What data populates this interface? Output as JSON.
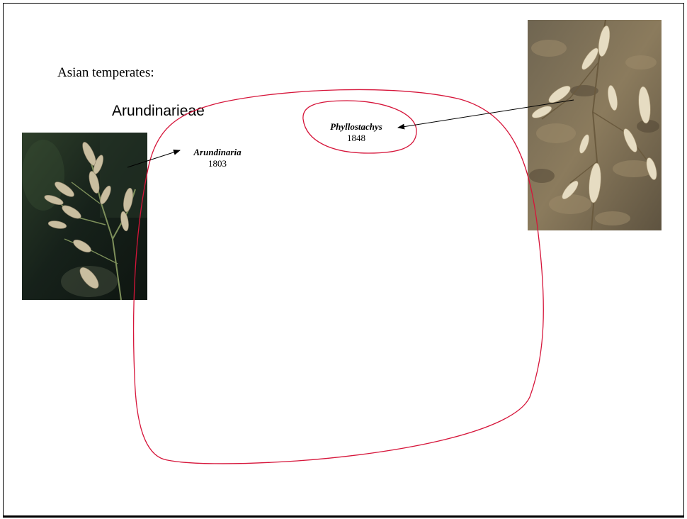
{
  "slide": {
    "heading": "Asian temperates:",
    "tribe": "Arundinarieae",
    "genera": [
      {
        "name": "Arundinaria",
        "year": "1803"
      },
      {
        "name": "Phyllostachys",
        "year": "1848"
      }
    ]
  },
  "colors": {
    "outline": "#d6153a",
    "arrow": "#000000",
    "left_photo_bg": "#1c2a1a",
    "right_photo_bg": "#8a7a5c"
  },
  "images": {
    "left": "grass-panicle-photo",
    "right": "bamboo-inflorescence-photo"
  }
}
